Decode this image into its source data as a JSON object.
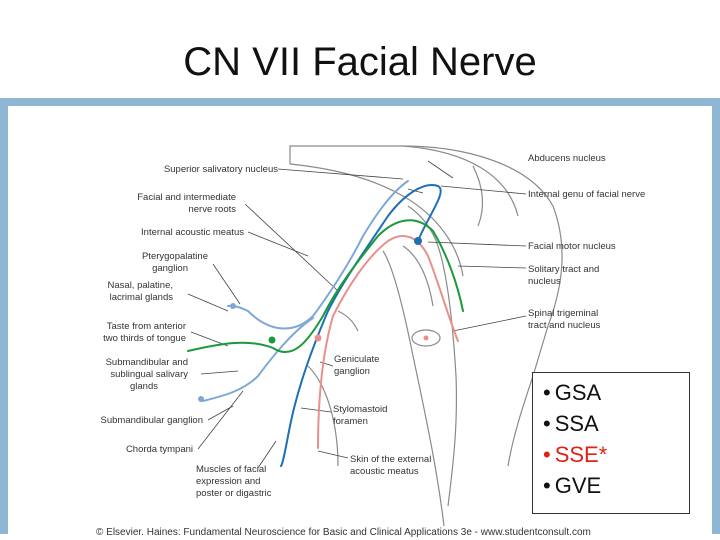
{
  "slide": {
    "title": "CN VII Facial Nerve"
  },
  "diagram": {
    "labels_left": {
      "superior_salivatory": "Superior salivatory nucleus",
      "facial_intermediate_1": "Facial and intermediate",
      "facial_intermediate_2": "nerve roots",
      "internal_acoustic": "Internal acoustic meatus",
      "pterygopalatine_1": "Pterygopalatine",
      "pterygopalatine_2": "ganglion",
      "nasal_1": "Nasal, palatine,",
      "nasal_2": "lacrimal glands",
      "taste_1": "Taste from anterior",
      "taste_2": "two thirds of tongue",
      "submandibular_glands_1": "Submandibular and",
      "submandibular_glands_2": "sublingual salivary",
      "submandibular_glands_3": "glands",
      "submandibular_ganglion": "Submandibular ganglion",
      "chorda_tympani": "Chorda tympani",
      "muscles_1": "Muscles of facial",
      "muscles_2": "expression and",
      "muscles_3": "poster or digastric"
    },
    "labels_right": {
      "abducens": "Abducens nucleus",
      "internal_genu": "Internal genu of facial nerve",
      "facial_motor": "Facial motor nucleus",
      "solitary_1": "Solitary tract and",
      "solitary_2": "nucleus",
      "spinal_trigeminal_1": "Spinal trigeminal",
      "spinal_trigeminal_2": "tract and nucleus"
    },
    "labels_center": {
      "geniculate_1": "Geniculate",
      "geniculate_2": "ganglion",
      "stylomastoid_1": "Stylomastoid",
      "stylomastoid_2": "foramen",
      "skin_1": "Skin of the external",
      "skin_2": "acoustic meatus"
    },
    "colors": {
      "motor": "#1f6fb5",
      "visceral_motor": "#7fa8d6",
      "taste": "#1a9a3a",
      "sensory": "#e8908c",
      "outline": "#8a8a8a"
    }
  },
  "legend": {
    "items": [
      "GSA",
      "SSA",
      "SSE*",
      "GVE"
    ],
    "bullet": "•",
    "highlight_color": "#e0201a"
  },
  "footer": {
    "copyright": "© Elsevier. Haines: Fundamental Neuroscience for Basic and Clinical Applications 3e - www.studentconsult.com"
  }
}
